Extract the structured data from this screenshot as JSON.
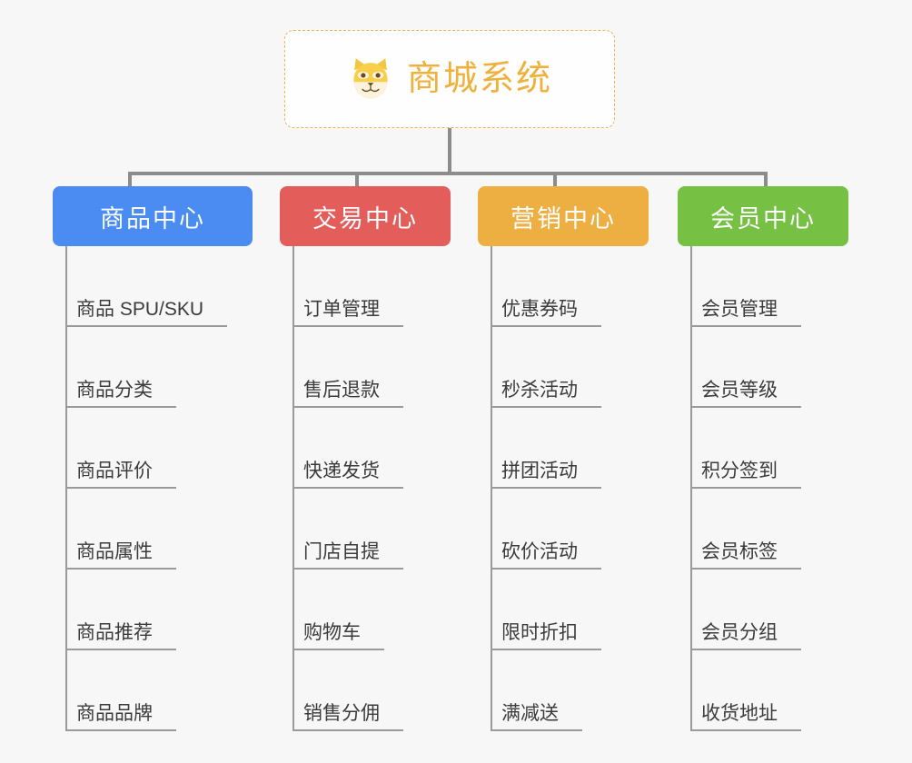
{
  "canvas": {
    "background": "#f7f7f7",
    "connector_color": "#8c8c8c",
    "leaf_line_color": "#9a9a9a"
  },
  "root": {
    "title": "商城系统",
    "icon": "shiba-dog-face-emoji",
    "text_color": "#efb03c",
    "border_color": "#e8b552",
    "background": "#fefefe"
  },
  "branches": [
    {
      "label": "商品中心",
      "color": "#4a8cf2",
      "items": [
        "商品 SPU/SKU",
        "商品分类",
        "商品评价",
        "商品属性",
        "商品推荐",
        "商品品牌"
      ]
    },
    {
      "label": "交易中心",
      "color": "#e35d5b",
      "items": [
        "订单管理",
        "售后退款",
        "快递发货",
        "门店自提",
        "购物车",
        "销售分佣"
      ]
    },
    {
      "label": "营销中心",
      "color": "#eeaf42",
      "items": [
        "优惠券码",
        "秒杀活动",
        "拼团活动",
        "砍价活动",
        "限时折扣",
        "满减送"
      ]
    },
    {
      "label": "会员中心",
      "color": "#76c043",
      "items": [
        "会员管理",
        "会员等级",
        "积分签到",
        "会员标签",
        "会员分组",
        "收货地址"
      ]
    }
  ]
}
